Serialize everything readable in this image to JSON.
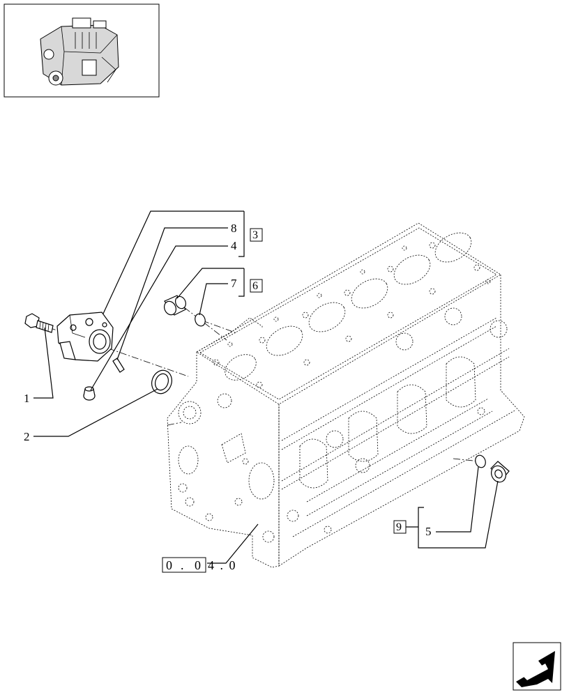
{
  "callouts": {
    "c1": "1",
    "c2": "2",
    "c4": "4",
    "c5": "5",
    "c7": "7",
    "c8": "8"
  },
  "boxed_refs": {
    "b3": "3",
    "b6": "6",
    "b9": "9"
  },
  "figure_reference": {
    "boxed_digits": [
      "0",
      ".",
      "0"
    ],
    "trailing": "4 . 0"
  },
  "icons": {
    "thumbnail": "engine-thumbnail-icon",
    "navigation": "next-page-arrow-icon"
  }
}
